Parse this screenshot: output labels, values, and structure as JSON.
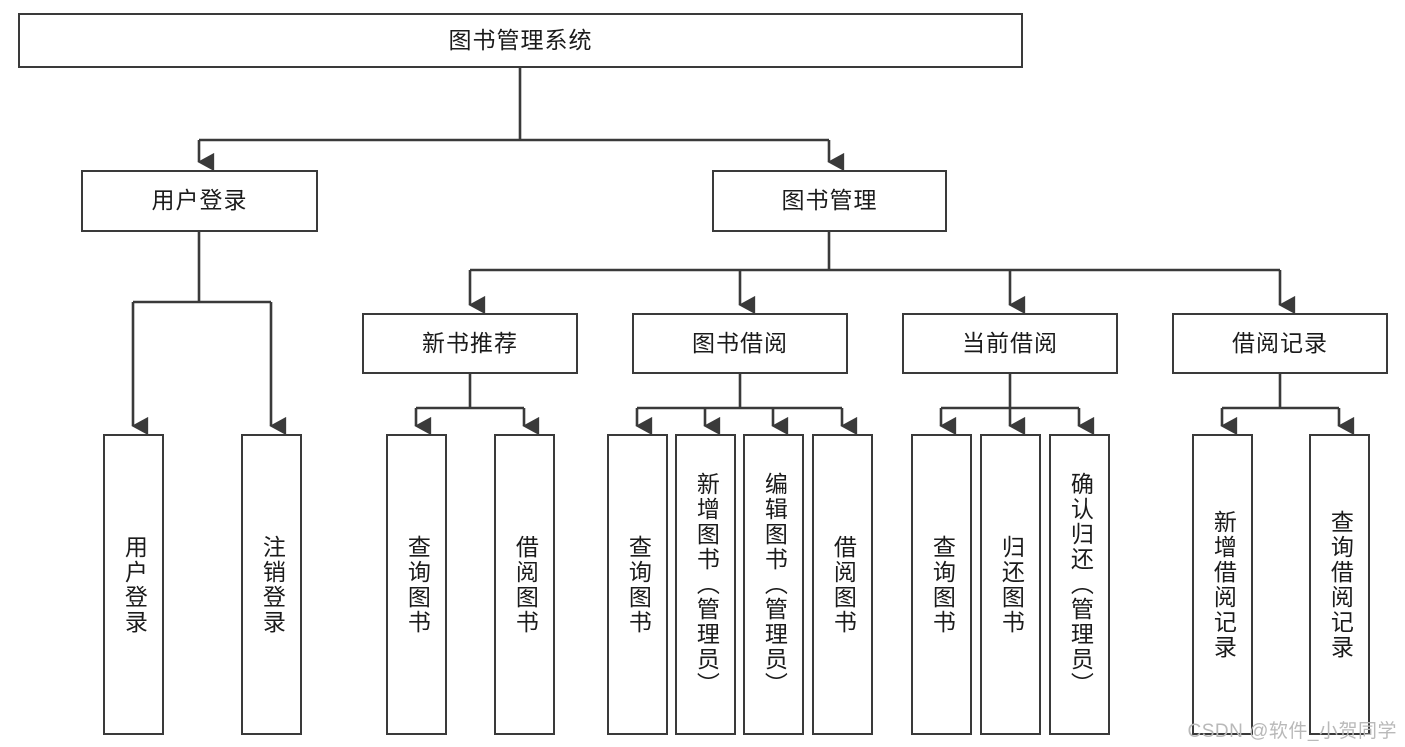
{
  "diagram": {
    "title_node": {
      "label": "图书管理系统"
    },
    "level1": [
      {
        "label": "用户登录"
      },
      {
        "label": "图书管理"
      }
    ],
    "level2": [
      {
        "label": "新书推荐"
      },
      {
        "label": "图书借阅"
      },
      {
        "label": "当前借阅"
      },
      {
        "label": "借阅记录"
      }
    ],
    "leaves": {
      "user_login": [
        {
          "label": "用户登录"
        },
        {
          "label": "注销登录"
        }
      ],
      "new_book_recommend": [
        {
          "label": "查询图书"
        },
        {
          "label": "借阅图书"
        }
      ],
      "book_borrow": [
        {
          "label": "查询图书"
        },
        {
          "label": "新增图书（管理员）"
        },
        {
          "label": "编辑图书（管理员）"
        },
        {
          "label": "借阅图书"
        }
      ],
      "current_borrow": [
        {
          "label": "查询图书"
        },
        {
          "label": "归还图书"
        },
        {
          "label": "确认归还（管理员）"
        }
      ],
      "borrow_records": [
        {
          "label": "新增借阅记录"
        },
        {
          "label": "查询借阅记录"
        }
      ]
    }
  },
  "watermark": {
    "text": "CSDN @软件_小贺同学"
  },
  "colors": {
    "stroke": "#3a3a3a",
    "text": "#1b1b1b",
    "background": "#ffffff",
    "watermark": "#b9b9b9"
  }
}
